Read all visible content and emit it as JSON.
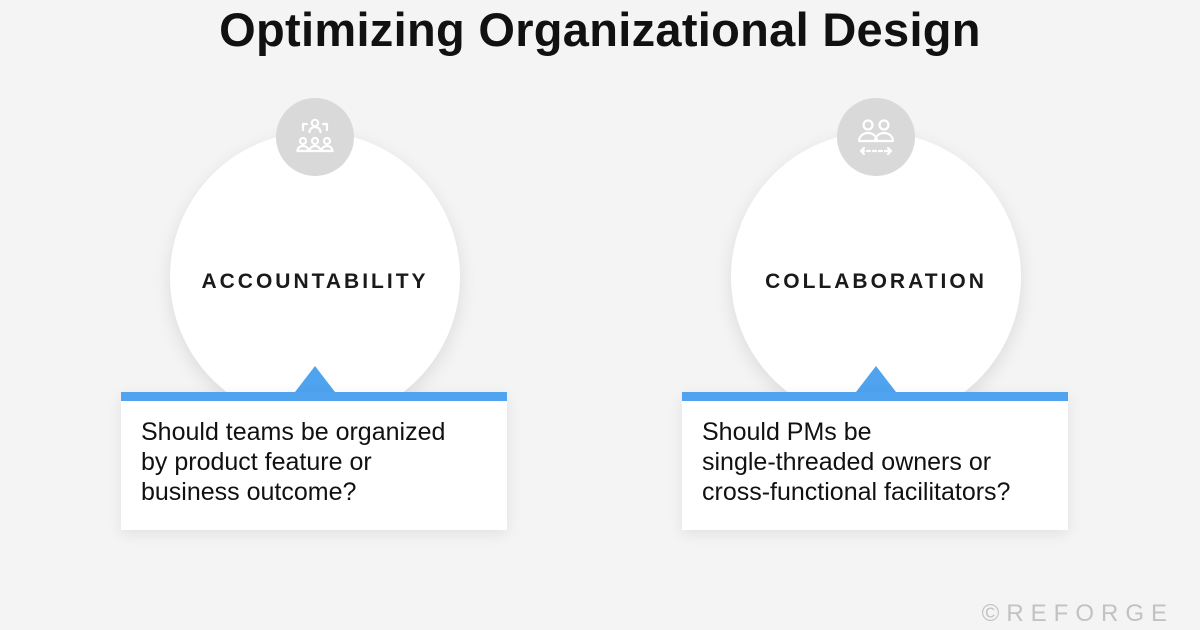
{
  "title": "Optimizing Organizational Design",
  "cards": [
    {
      "label": "ACCOUNTABILITY",
      "icon": "team-hierarchy-icon",
      "question_lines": [
        "Should teams be organized",
        "by product feature or",
        "business outcome?"
      ]
    },
    {
      "label": "COLLABORATION",
      "icon": "people-exchange-icon",
      "question_lines": [
        "Should PMs be",
        "single-threaded owners or",
        "cross-functional facilitators?"
      ]
    }
  ],
  "footer": "©REFORGE",
  "colors": {
    "background": "#f4f4f4",
    "accent": "#4fa3ef",
    "badge": "#d9d9d9",
    "icon": "#ffffff"
  }
}
